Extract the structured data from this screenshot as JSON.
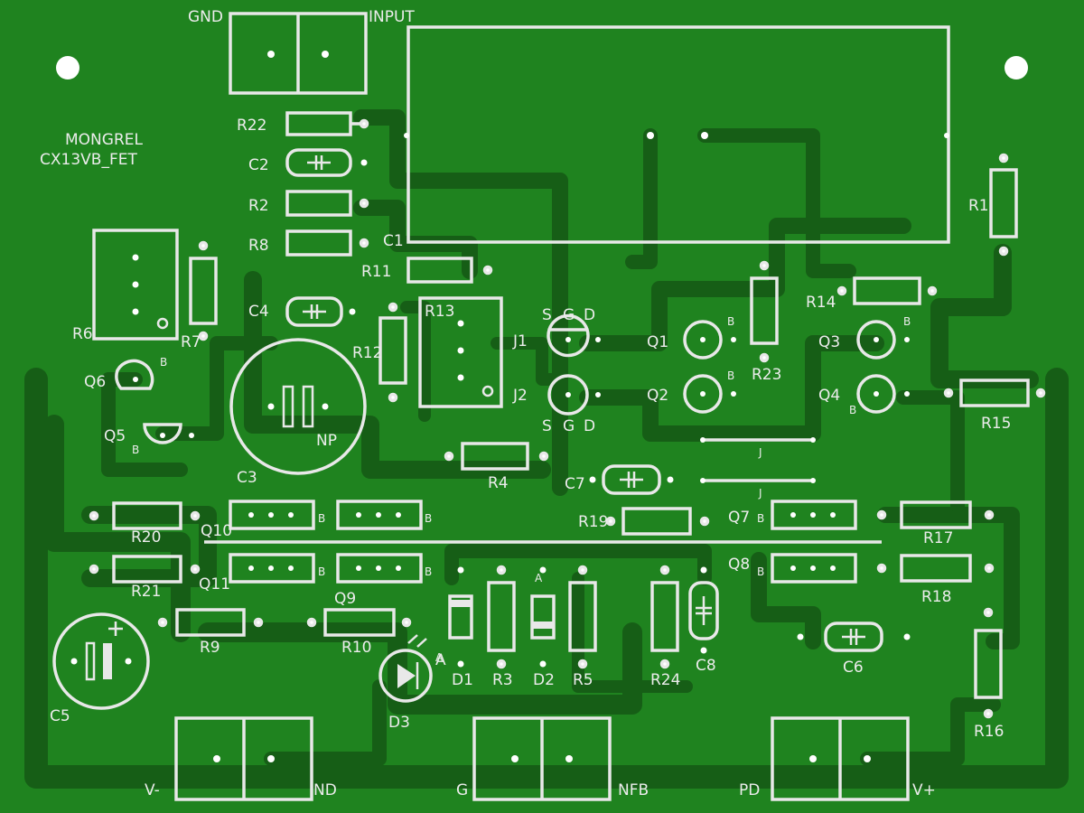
{
  "board": {
    "title_line1": "MONGREL",
    "title_line2": "CX13VB_FET"
  },
  "connectors": {
    "gnd": "GND",
    "input": "INPUT",
    "v_minus": "V-",
    "nd": "ND",
    "g": "G",
    "nfb": "NFB",
    "pd": "PD",
    "v_plus": "V+"
  },
  "resistors": {
    "R22": "R22",
    "R2": "R2",
    "R8": "R8",
    "R11": "R11",
    "R1": "R1",
    "R6": "R6",
    "R7": "R7",
    "R12": "R12",
    "R13": "R13",
    "R23": "R23",
    "R14": "R14",
    "R15": "R15",
    "R4": "R4",
    "R19": "R19",
    "R20": "R20",
    "R21": "R21",
    "R17": "R17",
    "R18": "R18",
    "R9": "R9",
    "R10": "R10",
    "R3": "R3",
    "R5": "R5",
    "R24": "R24",
    "R16": "R16"
  },
  "capacitors": {
    "C1": "C1",
    "C2": "C2",
    "C4": "C4",
    "C3": "C3",
    "NP": "NP",
    "C7": "C7",
    "C8": "C8",
    "C6": "C6",
    "C5": "C5"
  },
  "semis": {
    "Q1": "Q1",
    "Q2": "Q2",
    "Q3": "Q3",
    "Q4": "Q4",
    "Q5": "Q5",
    "Q6": "Q6",
    "Q7": "Q7",
    "Q8": "Q8",
    "Q9": "Q9",
    "Q10": "Q10",
    "Q11": "Q11",
    "J1": "J1",
    "J2": "J2",
    "D1": "D1",
    "D2": "D2",
    "D3": "D3"
  },
  "pin_letters": {
    "s": "S",
    "g": "G",
    "d": "D",
    "b": "B",
    "a": "A",
    "j": "J"
  }
}
